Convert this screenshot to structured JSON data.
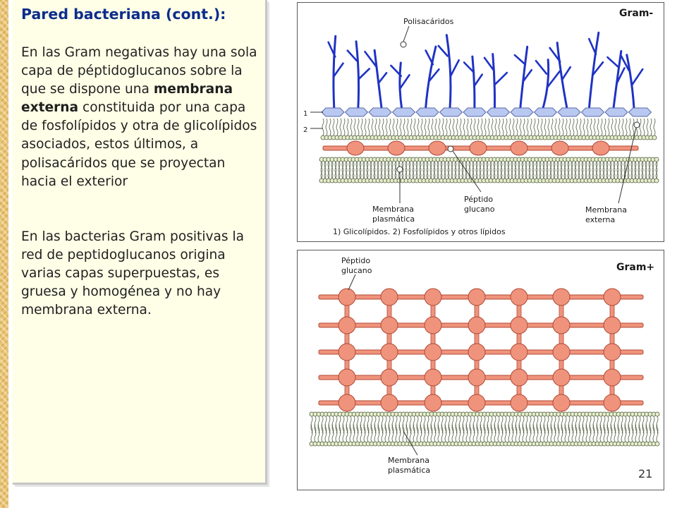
{
  "slide": {
    "title": "Pared bacteriana (cont.):",
    "paragraph1": {
      "part1": "En las Gram negativas hay una sola capa de péptidoglucanos sobre la que se dispone una ",
      "bold": "membrana externa",
      "part2": " constituida por una capa de fosfolípidos y otra de glicolípidos asociados, estos últimos, a polisacáridos que se proyectan hacia el exterior"
    },
    "paragraph2": "En las bacterias Gram positivas la red de peptidoglucanos origina varias capas superpuestas, es gruesa y homogénea y no hay membrana externa.",
    "slide_number": "21"
  },
  "gram_negative": {
    "title": "Gram-",
    "label_polisacaridos": "Polisacáridos",
    "marker_1": "1",
    "marker_2": "2",
    "label_membrana_plasmatica": [
      "Membrana",
      "plasmática"
    ],
    "label_peptido_glucano": [
      "Péptido",
      "glucano"
    ],
    "label_membrana_externa": [
      "Membrana",
      "externa"
    ],
    "caption": "1) Glicolípidos. 2) Fosfolípidos y otros lípidos"
  },
  "gram_positive": {
    "title": "Gram+",
    "label_peptido_glucano": [
      "Péptido",
      "glucano"
    ],
    "label_membrana_plasmatica": [
      "Membrana",
      "plasmática"
    ]
  },
  "colors": {
    "polysaccharide": "#1f32c4",
    "glycolipid_fill": "#b9c8f0",
    "peptide_fill": "#f0937c",
    "peptide_stroke": "#b04a36",
    "lipid_head_fill": "#e8efcf",
    "lipid_stroke": "#4a5a3a",
    "title_blue": "#0c2c8c"
  }
}
